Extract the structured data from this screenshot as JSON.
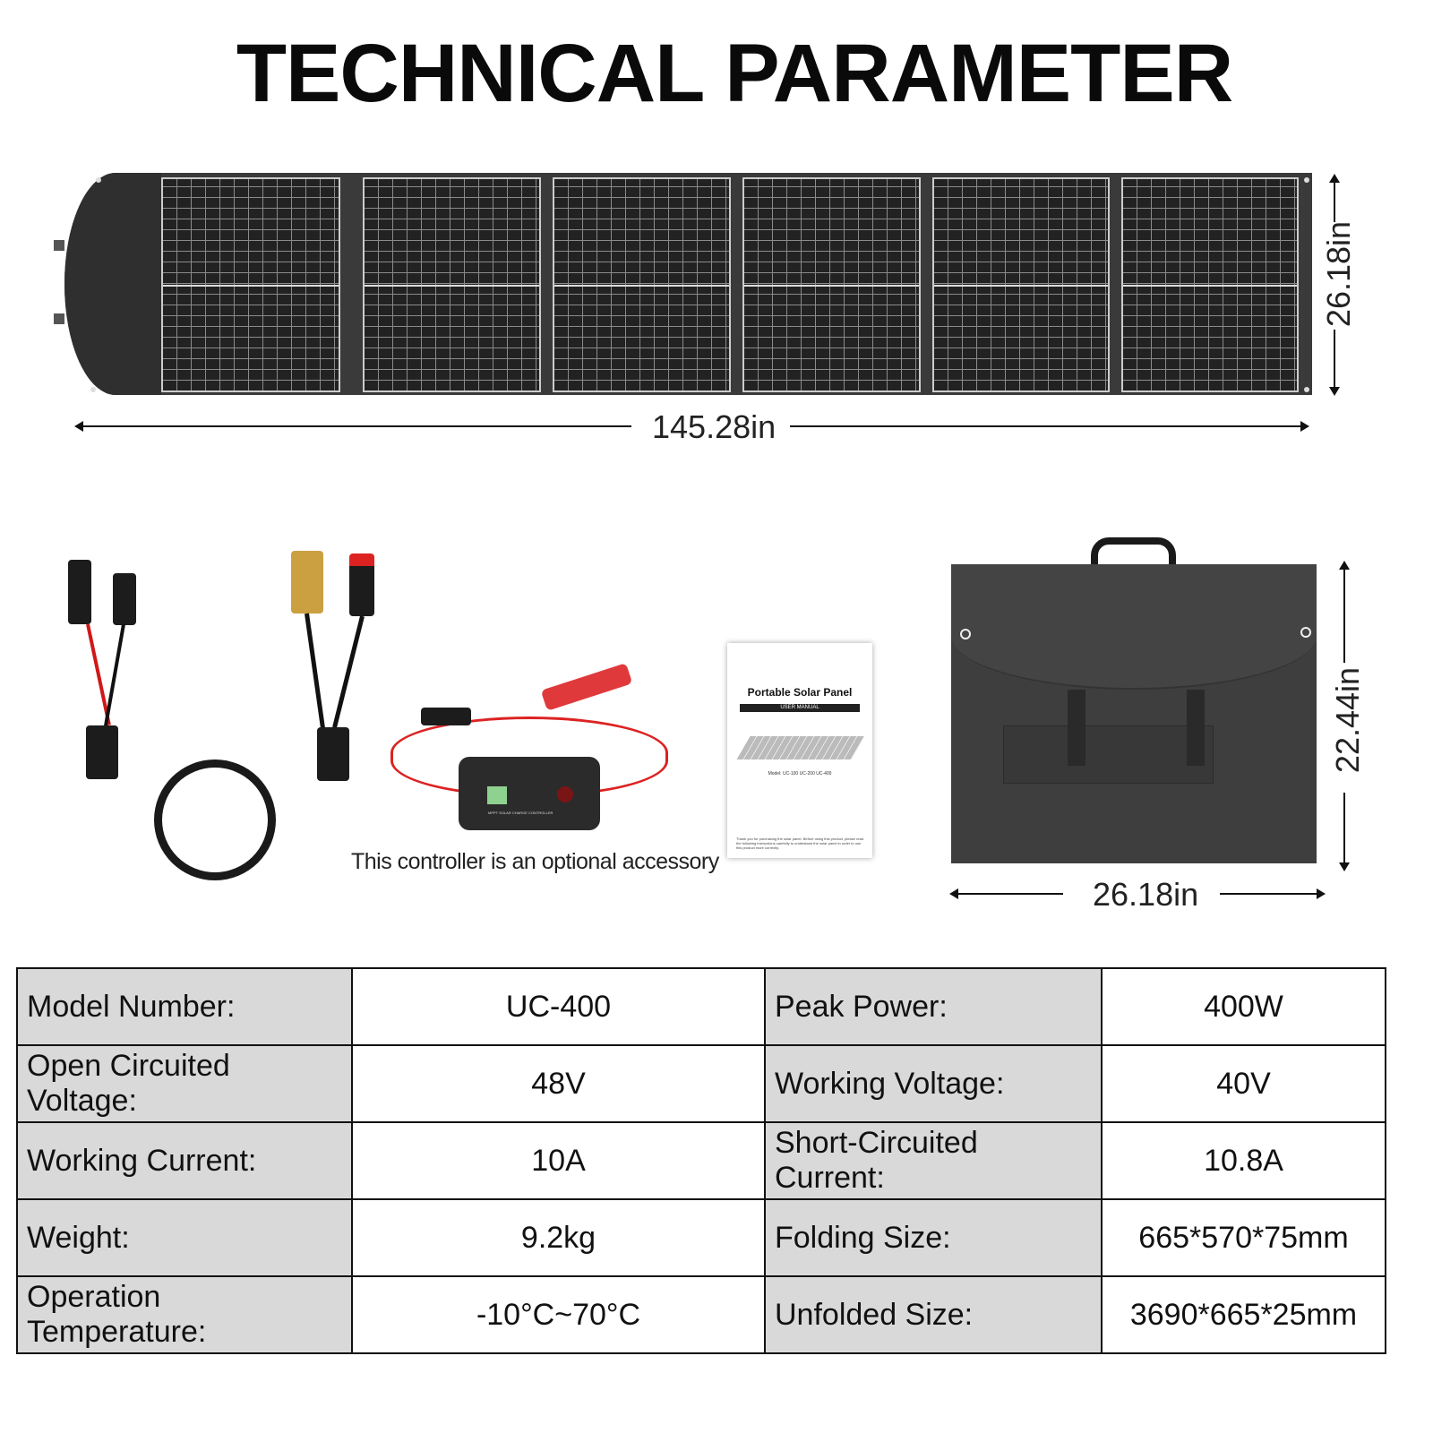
{
  "title": "TECHNICAL PARAMETER",
  "dimensions": {
    "unfolded_length": "145.28in",
    "unfolded_height": "26.18in",
    "folded_width": "26.18in",
    "folded_height": "22.44in"
  },
  "accessories": {
    "caption": "This controller is an optional accessory",
    "controller_label": "MPPT SOLAR CHARGE CONTROLLER",
    "manual": {
      "title": "Portable Solar Panel",
      "subtitle": "USER MANUAL",
      "models": "Model:  UC-100   UC-200   UC-400",
      "footer": "Thank you for purchasing the solar panel. Before using this product, please read the following instructions carefully to understand the solar panel in order to use this product more correctly."
    }
  },
  "specs": [
    {
      "l1": "Model Number:",
      "v1": "UC-400",
      "l2": "Peak Power:",
      "v2": "400W"
    },
    {
      "l1": "Open Circuited Voltage:",
      "v1": "48V",
      "l2": "Working Voltage:",
      "v2": "40V"
    },
    {
      "l1": "Working Current:",
      "v1": "10A",
      "l2": "Short-Circuited Current:",
      "v2": "10.8A"
    },
    {
      "l1": "Weight:",
      "v1": "9.2kg",
      "l2": "Folding Size:",
      "v2": "665*570*75mm"
    },
    {
      "l1": "Operation Temperature:",
      "v1": "-10°C~70°C",
      "l2": "Unfolded Size:",
      "v2": "3690*665*25mm"
    }
  ]
}
